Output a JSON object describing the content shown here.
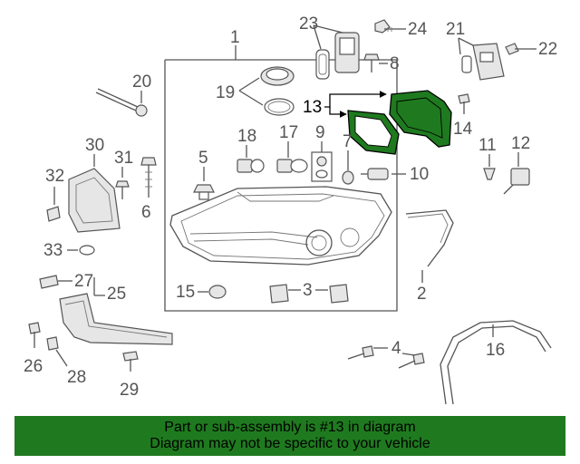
{
  "colors": {
    "highlight": "#1f7a1f",
    "banner": "#1f7a1f",
    "line": "#555555"
  },
  "callouts": {
    "c1": "1",
    "c2": "2",
    "c3": "3",
    "c4": "4",
    "c5": "5",
    "c6": "6",
    "c7": "7",
    "c8": "8",
    "c9": "9",
    "c10": "10",
    "c11": "11",
    "c12": "12",
    "c13": "13",
    "c14": "14",
    "c15": "15",
    "c16": "16",
    "c17": "17",
    "c18": "18",
    "c19": "19",
    "c20": "20",
    "c21": "21",
    "c22": "22",
    "c23": "23",
    "c24": "24",
    "c25": "25",
    "c26": "26",
    "c27": "27",
    "c28": "28",
    "c29": "29",
    "c30": "30",
    "c31": "31",
    "c32": "32",
    "c33": "33"
  },
  "highlighted_part": "13",
  "banner": {
    "line1": "Part or sub-assembly is #13 in diagram",
    "line2": "Diagram may not be specific to your vehicle"
  }
}
